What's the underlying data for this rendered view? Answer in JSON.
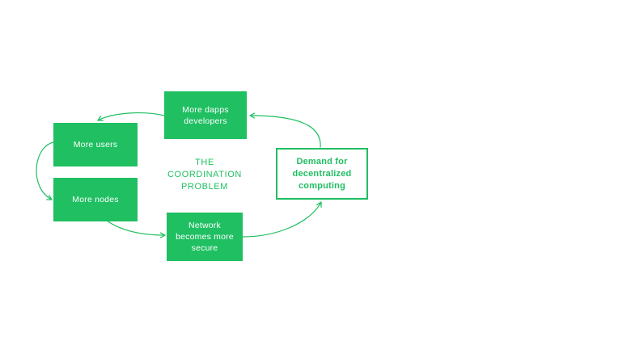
{
  "diagram": {
    "center_label": "THE\nCOORDINATION\nPROBLEM",
    "nodes": {
      "dapps": {
        "label": "More dapps\ndevelopers"
      },
      "users": {
        "label": "More users"
      },
      "nodes": {
        "label": "More nodes"
      },
      "secure": {
        "label": "Network\nbecomes more\nsecure"
      },
      "demand": {
        "label": "Demand for\ndecentralized\ncomputing"
      }
    },
    "edges": [
      {
        "from": "demand",
        "to": "dapps"
      },
      {
        "from": "dapps",
        "to": "users"
      },
      {
        "from": "users",
        "to": "nodes"
      },
      {
        "from": "nodes",
        "to": "secure"
      },
      {
        "from": "secure",
        "to": "demand"
      }
    ],
    "colors": {
      "green": "#1fbf62",
      "text_on_green": "#ffffff",
      "background": "#ffffff"
    }
  }
}
